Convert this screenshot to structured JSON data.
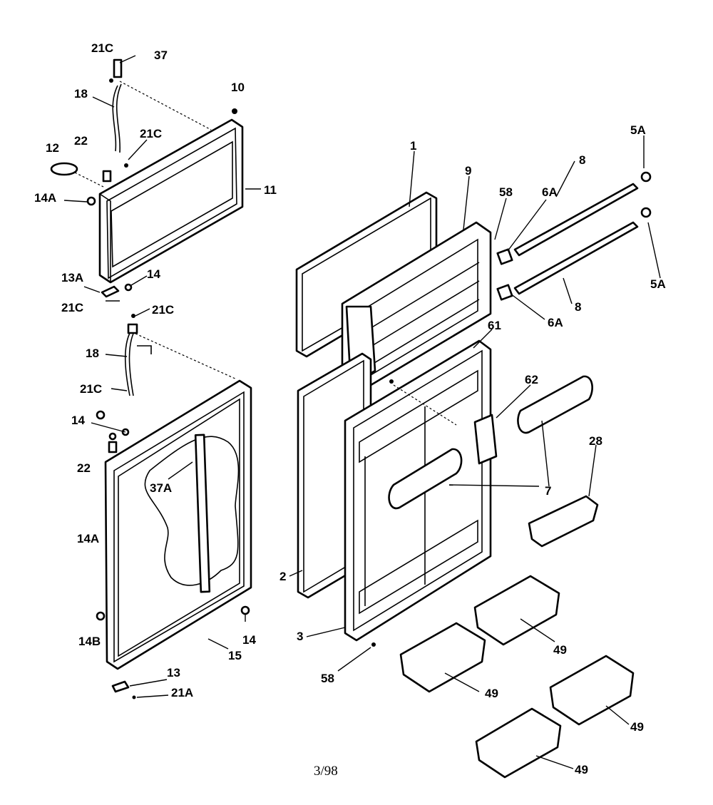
{
  "labels": {
    "l_21c_a": "21C",
    "l_37": "37",
    "l_18_a": "18",
    "l_10": "10",
    "l_22_a": "22",
    "l_21c_b": "21C",
    "l_12": "12",
    "l_14a_a": "14A",
    "l_11": "11",
    "l_13a": "13A",
    "l_14_a": "14",
    "l_21c_c": "21C",
    "l_21c_d": "21C",
    "l_18_b": "18",
    "l_21c_e": "21C",
    "l_14_b": "14",
    "l_22_b": "22",
    "l_37a": "37A",
    "l_14a_b": "14A",
    "l_14b": "14B",
    "l_14_c": "14",
    "l_15": "15",
    "l_13": "13",
    "l_21a": "21A",
    "l_1": "1",
    "l_9": "9",
    "l_58_a": "58",
    "l_6a_a": "6A",
    "l_8_a": "8",
    "l_5a_a": "5A",
    "l_5a_b": "5A",
    "l_8_b": "8",
    "l_6a_b": "6A",
    "l_61": "61",
    "l_62": "62",
    "l_28": "28",
    "l_7": "7",
    "l_2": "2",
    "l_3": "3",
    "l_58_b": "58",
    "l_49_a": "49",
    "l_49_b": "49",
    "l_49_c": "49",
    "l_49_d": "49"
  },
  "footer": {
    "page": "3/98"
  }
}
